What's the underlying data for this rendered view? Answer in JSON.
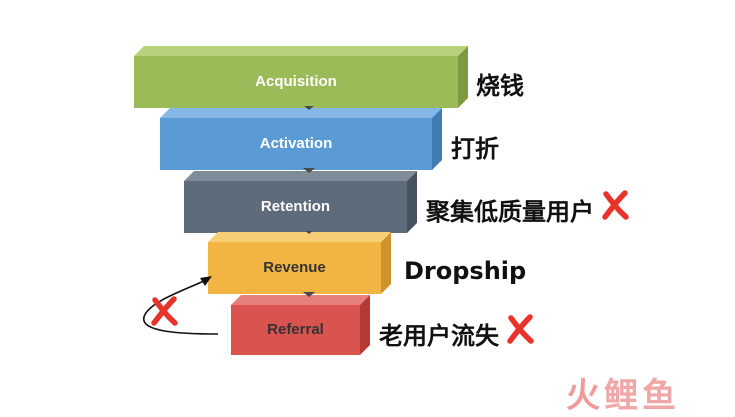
{
  "funnel": {
    "stages": [
      {
        "label": "Acquisition",
        "note": "烧钱",
        "crossed": false,
        "colors": {
          "front": "#9bbb59",
          "top": "#b8d27b",
          "side": "#7d9a3f",
          "text": "#ffffff"
        }
      },
      {
        "label": "Activation",
        "note": "打折",
        "crossed": false,
        "colors": {
          "front": "#5b9bd5",
          "top": "#86b8e6",
          "side": "#3f7db5",
          "text": "#ffffff"
        }
      },
      {
        "label": "Retention",
        "note": "聚集低质量用户",
        "crossed": true,
        "colors": {
          "front": "#5e6b7a",
          "top": "#808c9a",
          "side": "#46525f",
          "text": "#ffffff"
        }
      },
      {
        "label": "Revenue",
        "note": "Dropship",
        "crossed": false,
        "colors": {
          "front": "#f2b544",
          "top": "#f7cd76",
          "side": "#cf9327",
          "text": "#333333"
        }
      },
      {
        "label": "Referral",
        "note": "老用户流失",
        "crossed": true,
        "colors": {
          "front": "#d9534f",
          "top": "#e7807c",
          "side": "#b53a36",
          "text": "#333333"
        }
      }
    ],
    "loop_crossed": true,
    "arrow_color": "#4a4a4a",
    "cross_color": "#e8332a"
  },
  "watermark": {
    "part1": "火",
    "part2": "鲤鱼"
  }
}
